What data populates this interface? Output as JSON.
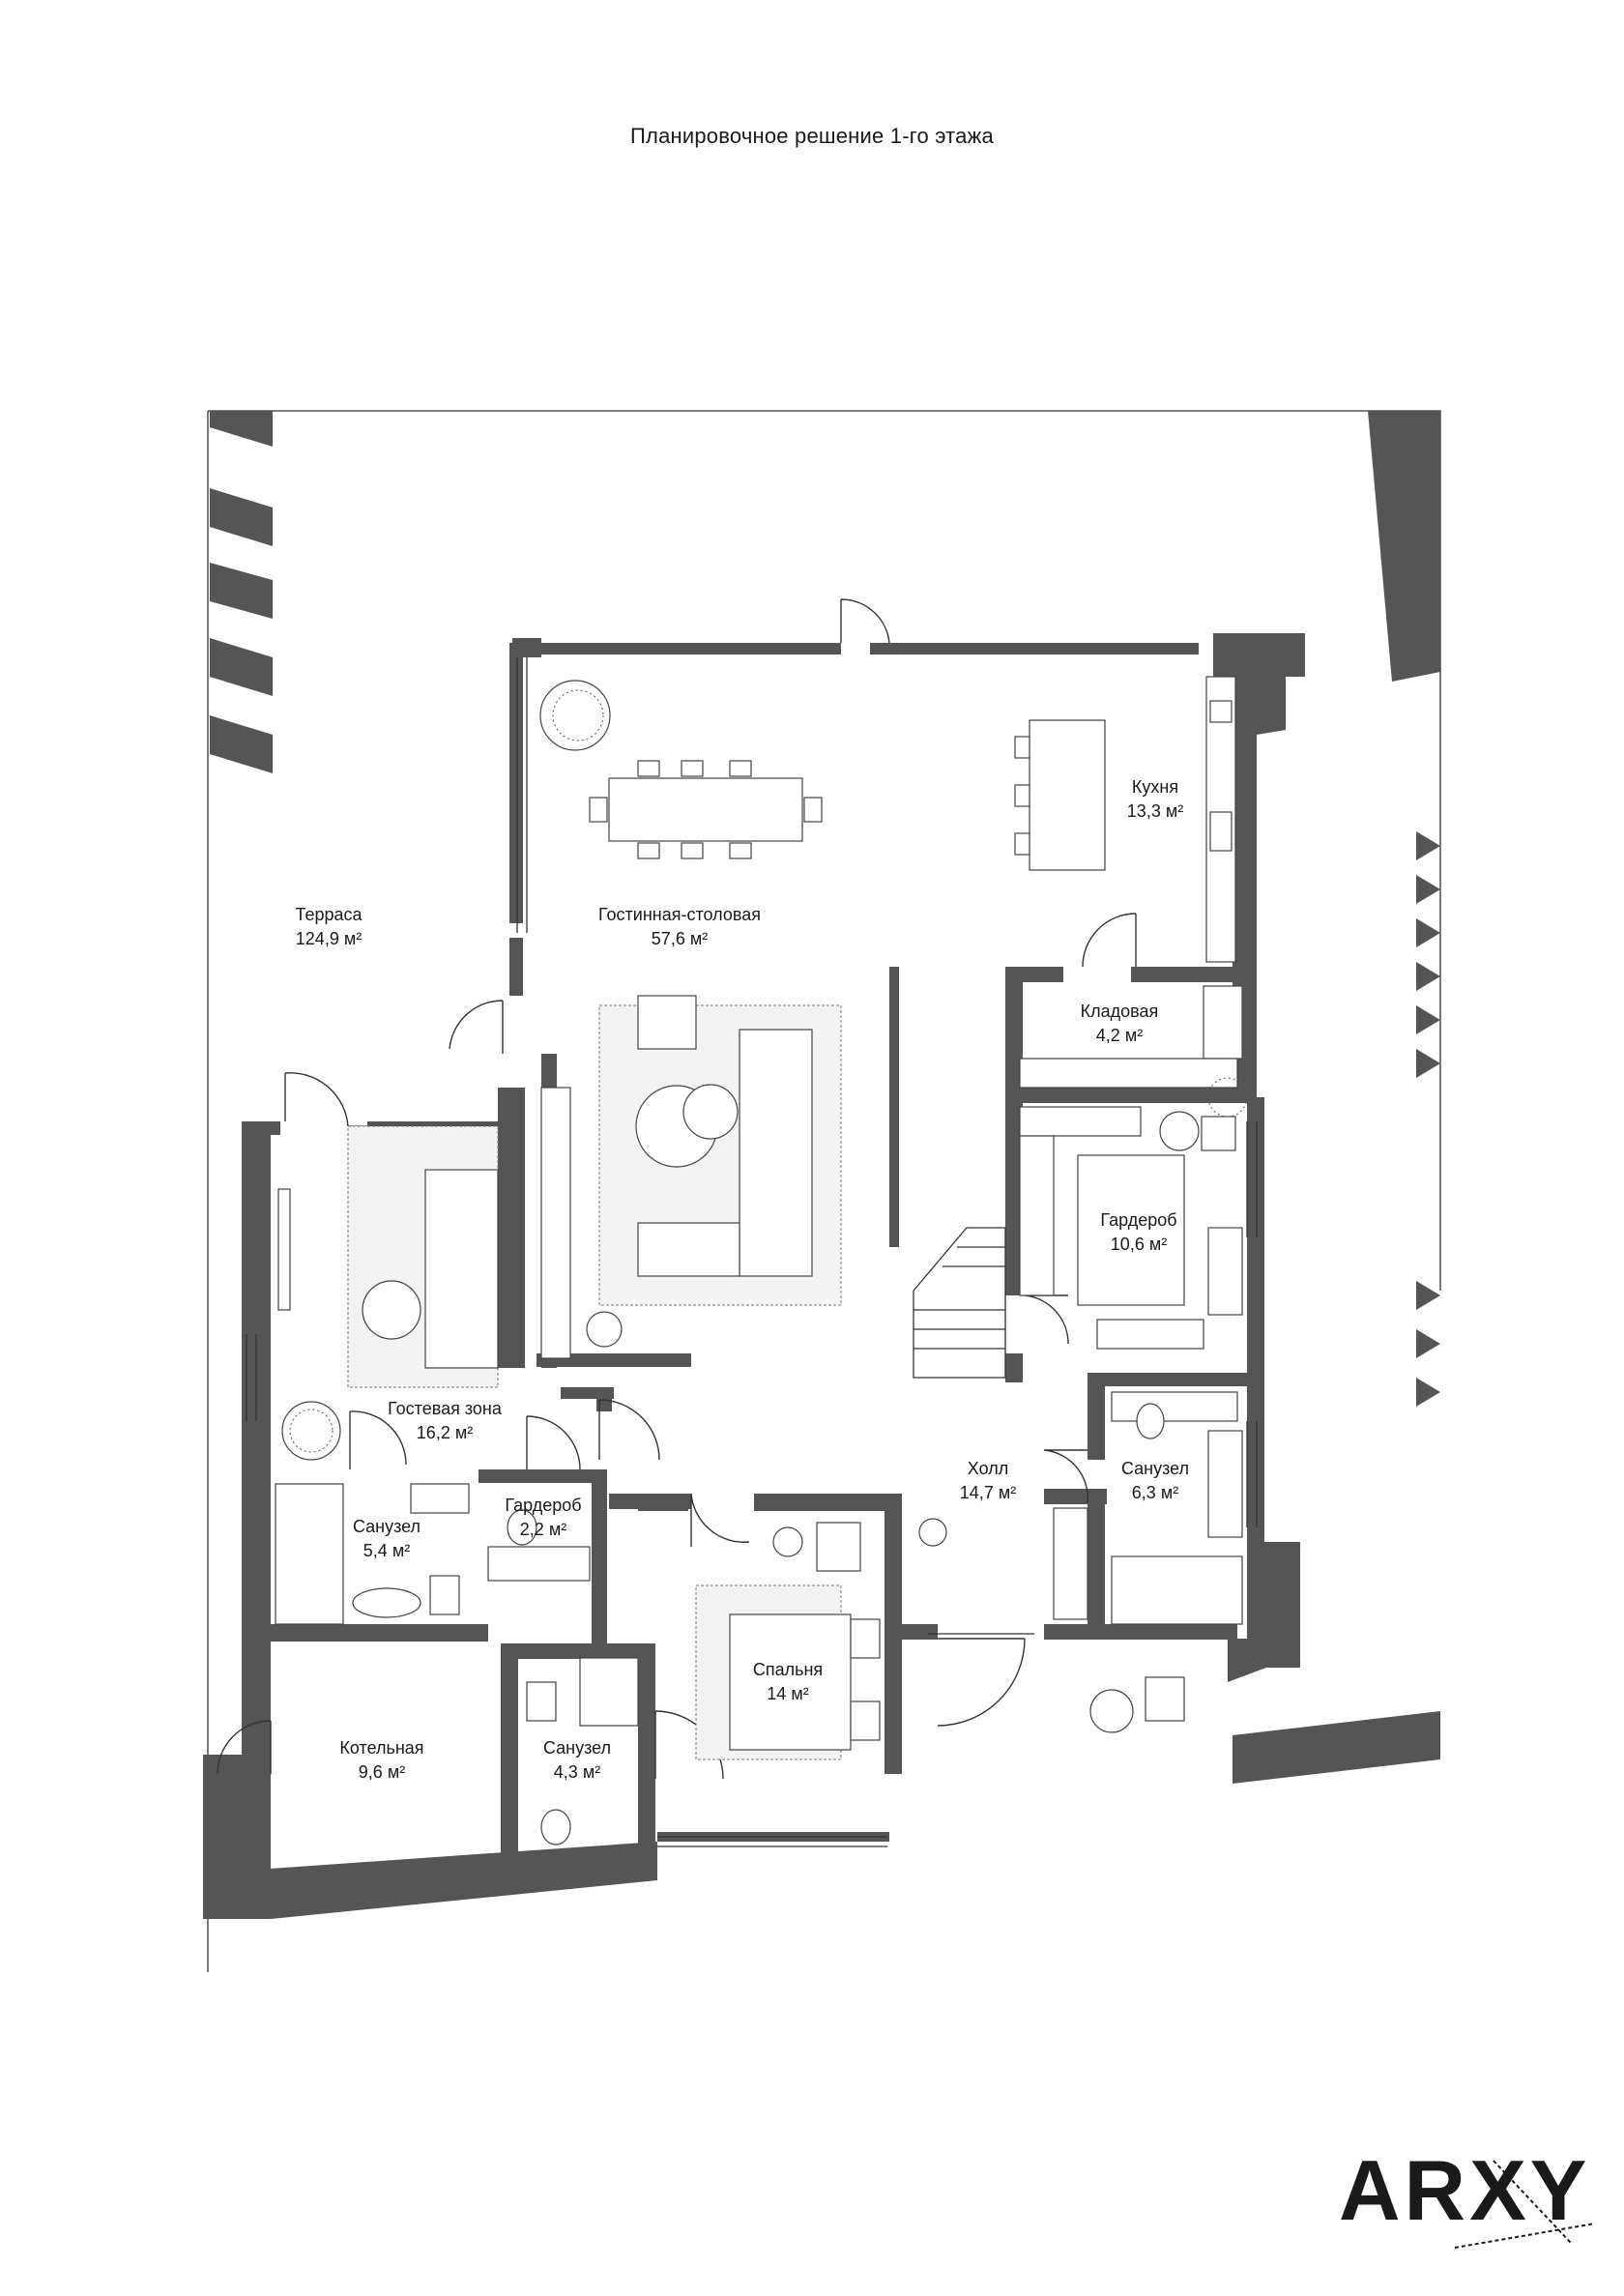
{
  "title": "Планировочное решение 1-го этажа",
  "area_unit": "м²",
  "rooms": [
    {
      "name": "Терраса",
      "area": "124,9 м²"
    },
    {
      "name": "Гостинная-столовая",
      "area": "57,6 м²"
    },
    {
      "name": "Кухня",
      "area": "13,3 м²"
    },
    {
      "name": "Кладовая",
      "area": "4,2 м²"
    },
    {
      "name": "Гардероб",
      "area": "10,6 м²"
    },
    {
      "name": "Гостевая зона",
      "area": "16,2 м²"
    },
    {
      "name": "Холл",
      "area": "14,7 м²"
    },
    {
      "name": "Санузел",
      "area": "6,3 м²"
    },
    {
      "name": "Санузел",
      "area": "5,4 м²"
    },
    {
      "name": "Гардероб",
      "area": "2,2 м²"
    },
    {
      "name": "Спальня",
      "area": "14 м²"
    },
    {
      "name": "Котельная",
      "area": "9,6 м²"
    },
    {
      "name": "Санузел",
      "area": "4,3 м²"
    }
  ],
  "logo": {
    "text": "ARXY"
  },
  "colors": {
    "walls": "#555555",
    "lines": "#333333",
    "background": "#ffffff"
  }
}
